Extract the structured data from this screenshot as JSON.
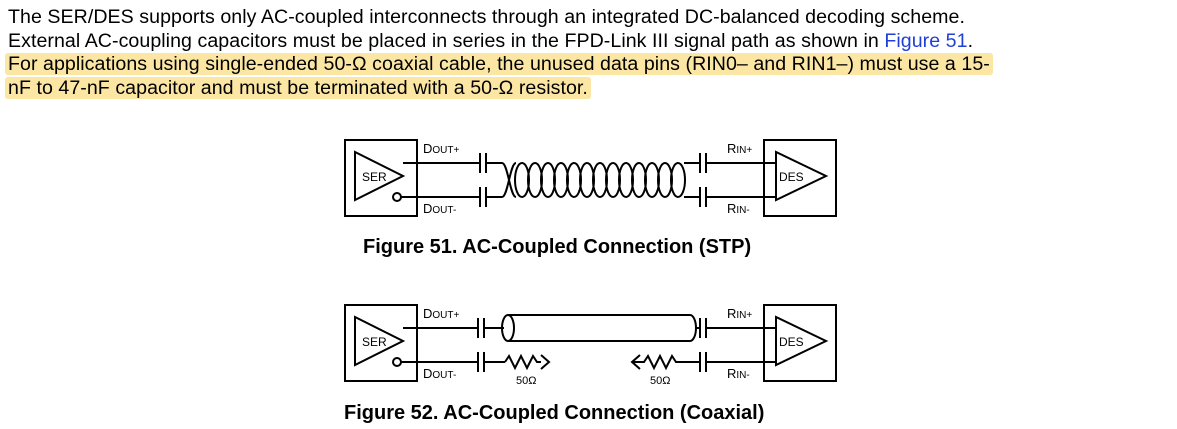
{
  "paragraph": {
    "line1": "The SER/DES supports only AC-coupled interconnects through an integrated DC-balanced decoding scheme.",
    "line2_text": "External AC-coupling capacitors must be placed in series in the FPD-Link III signal path as shown in ",
    "line2_link": "Figure 51",
    "line2_end": ".",
    "line3": "For applications using single-ended 50-Ω coaxial cable, the unused data pins (RIN0– and RIN1–) must use a 15-",
    "line4": "nF to 47-nF capacitor and must be terminated with a 50-Ω resistor."
  },
  "figure51": {
    "caption": "Figure 51.  AC-Coupled Connection (STP)",
    "ser_label": "SER",
    "des_label": "DES",
    "dout_main": "D",
    "dout_sub_pos": "OUT+",
    "dout_sub_neg": "OUT-",
    "rin_main": "R",
    "rin_sub_pos": "IN+",
    "rin_sub_neg": "IN-"
  },
  "figure52": {
    "caption": "Figure 52.  AC-Coupled Connection (Coaxial)",
    "ser_label": "SER",
    "des_label": "DES",
    "dout_main": "D",
    "dout_sub_pos": "OUT+",
    "dout_sub_neg": "OUT-",
    "rin_main": "R",
    "rin_sub_pos": "IN+",
    "rin_sub_neg": "IN-",
    "res_left": "50Ω",
    "res_right": "50Ω"
  }
}
